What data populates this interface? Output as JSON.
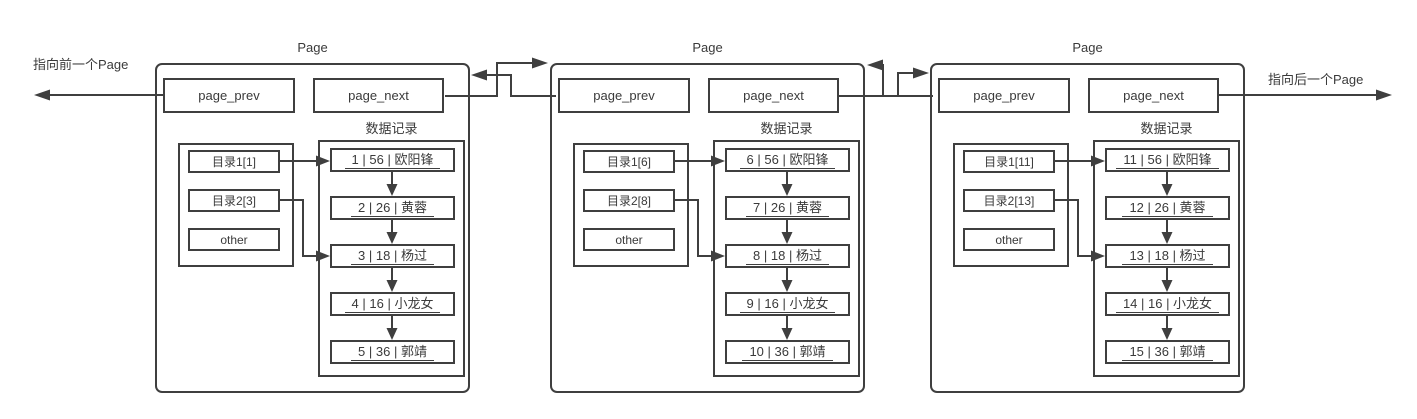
{
  "colors": {
    "line": "#3f3f3f",
    "text": "#3a3a3a",
    "background": "#ffffff"
  },
  "external": {
    "prev_label": "指向前一个Page",
    "next_label": "指向后一个Page"
  },
  "pages": [
    {
      "title": "Page",
      "prev_field": "page_prev",
      "next_field": "page_next",
      "records_title": "数据记录",
      "directory": [
        "目录1[1]",
        "目录2[3]",
        "other"
      ],
      "records": [
        "1 | 56 | 欧阳锋",
        "2 | 26 | 黄蓉",
        "3 | 18 | 杨过",
        "4 | 16 | 小龙女",
        "5 | 36 | 郭靖"
      ]
    },
    {
      "title": "Page",
      "prev_field": "page_prev",
      "next_field": "page_next",
      "records_title": "数据记录",
      "directory": [
        "目录1[6]",
        "目录2[8]",
        "other"
      ],
      "records": [
        "6 | 56 | 欧阳锋",
        "7 | 26 | 黄蓉",
        "8 | 18 | 杨过",
        "9 | 16 | 小龙女",
        "10 | 36 | 郭靖"
      ]
    },
    {
      "title": "Page",
      "prev_field": "page_prev",
      "next_field": "page_next",
      "records_title": "数据记录",
      "directory": [
        "目录1[11]",
        "目录2[13]",
        "other"
      ],
      "records": [
        "11 | 56 | 欧阳锋",
        "12 | 26 | 黄蓉",
        "13 | 18 | 杨过",
        "14 | 16 | 小龙女",
        "15 | 36 | 郭靖"
      ]
    }
  ]
}
